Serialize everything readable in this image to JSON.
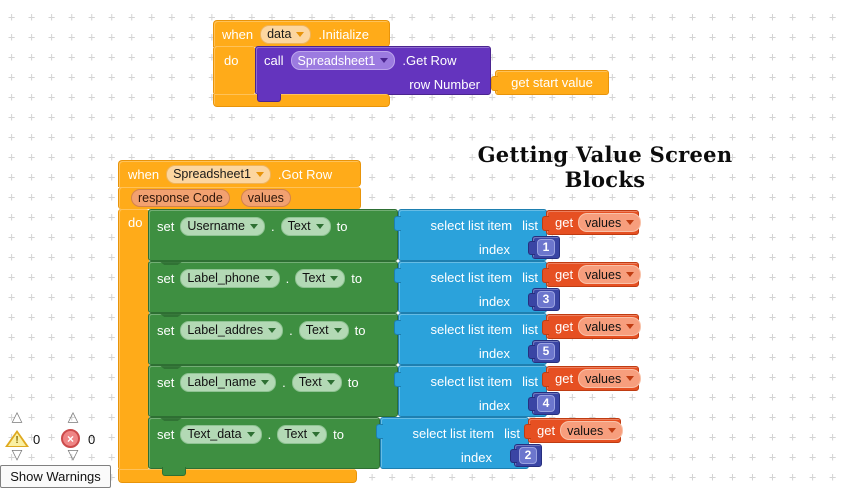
{
  "title": "Getting Value Screen Blocks",
  "grid_glyph": "+",
  "colors": {
    "event_block": "#FFAB19",
    "event_border": "#E8940A",
    "method_block": "#6434BE",
    "method_border": "#4B2590",
    "setter_block": "#3E8F41",
    "setter_border": "#2E6F33",
    "list_block": "#2BA2DB",
    "list_border": "#1E7FB0",
    "getter_block": "#E65022",
    "getter_border": "#BF3C12",
    "number_block": "#3A45A4",
    "number_border": "#272F7E"
  },
  "init_block": {
    "when": "when",
    "component": "data",
    "event": ".Initialize",
    "do": "do",
    "call": "call",
    "call_component": "Spreadsheet1",
    "method": ".Get Row",
    "param": "row Number",
    "arg": "get start value"
  },
  "gotrow_block": {
    "when": "when",
    "component": "Spreadsheet1",
    "event": ".Got Row",
    "params": [
      "response Code",
      "values"
    ],
    "do": "do",
    "labels": {
      "set": "set",
      "dot": ".",
      "property": "Text",
      "to": "to",
      "select": "select list item",
      "list": "list",
      "get": "get",
      "variable": "values",
      "index": "index"
    },
    "rows": [
      {
        "component": "Username",
        "index": "1"
      },
      {
        "component": "Label_phone",
        "index": "3"
      },
      {
        "component": "Label_addres",
        "index": "5"
      },
      {
        "component": "Label_name",
        "index": "4"
      },
      {
        "component": "Text_data",
        "index": "2"
      }
    ]
  },
  "status": {
    "warning_count": "0",
    "error_count": "0",
    "show_warnings": "Show Warnings"
  }
}
